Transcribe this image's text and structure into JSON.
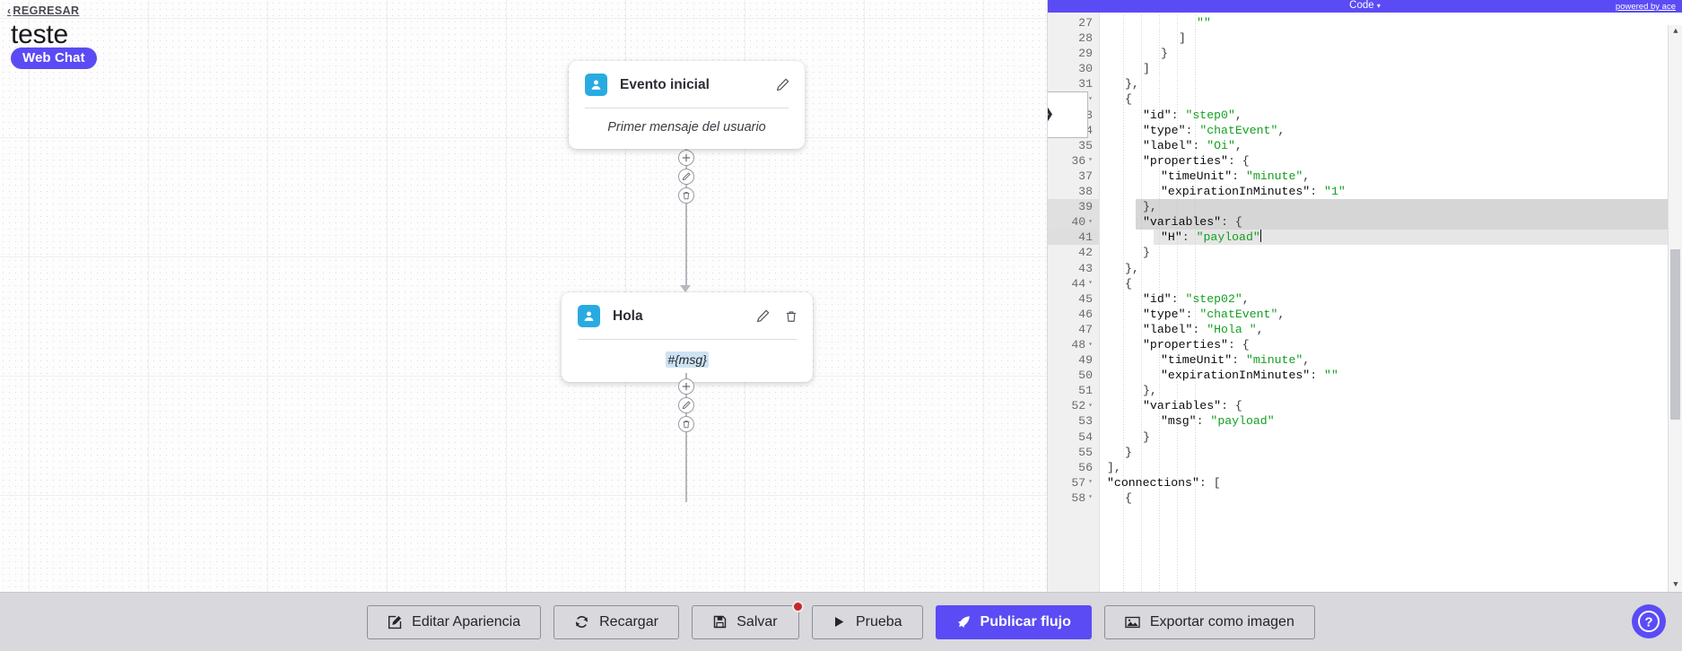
{
  "canvas": {
    "back_link": {
      "label": "REGRESAR",
      "icon": "chevron-left-icon",
      "chevron": "‹"
    },
    "title": "teste",
    "channel_badge": "Web Chat",
    "nodes": [
      {
        "id": "node-1",
        "title": "Evento inicial",
        "avatar_icon": "user-avatar-icon",
        "body_text": "Primer mensaje del usuario",
        "body_style": "placeholder",
        "actions": [
          "edit-icon"
        ]
      },
      {
        "id": "node-2",
        "title": "Hola",
        "avatar_icon": "user-avatar-icon",
        "body_text": "#{msg}",
        "body_style": "variable-chip",
        "actions": [
          "edit-icon",
          "trash-icon"
        ]
      }
    ],
    "connector_buttons": [
      "plus-icon",
      "pencil-icon",
      "trash-icon"
    ]
  },
  "code_pane": {
    "header_title": "Code",
    "header_caret": "▾",
    "powered_by": "powered by ace",
    "first_line_number": 27,
    "selected_lines": [
      39,
      40
    ],
    "cursor_line": 41,
    "scrollbar": {
      "up_arrow": "▲",
      "down_arrow": "▼"
    },
    "lines": [
      {
        "n": 27,
        "indent": 5,
        "text": "\"\""
      },
      {
        "n": 28,
        "indent": 4,
        "text": "]"
      },
      {
        "n": 29,
        "indent": 3,
        "text": "}"
      },
      {
        "n": 30,
        "indent": 2,
        "text": "]"
      },
      {
        "n": 31,
        "indent": 1,
        "text": "},"
      },
      {
        "n": 32,
        "indent": 1,
        "text": "{",
        "fold": true
      },
      {
        "n": 33,
        "indent": 2,
        "key": "\"id\"",
        "val": "\"step0\"",
        "tail": ","
      },
      {
        "n": 34,
        "indent": 2,
        "key": "\"type\"",
        "val": "\"chatEvent\"",
        "tail": ","
      },
      {
        "n": 35,
        "indent": 2,
        "key": "\"label\"",
        "val": "\"Oi\"",
        "tail": ","
      },
      {
        "n": 36,
        "indent": 2,
        "key": "\"properties\"",
        "tail": ": {",
        "fold": true
      },
      {
        "n": 37,
        "indent": 3,
        "key": "\"timeUnit\"",
        "val": "\"minute\"",
        "tail": ","
      },
      {
        "n": 38,
        "indent": 3,
        "key": "\"expirationInMinutes\"",
        "val": "\"1\""
      },
      {
        "n": 39,
        "indent": 2,
        "text": "},"
      },
      {
        "n": 40,
        "indent": 2,
        "key": "\"variables\"",
        "tail": ": {",
        "fold": true
      },
      {
        "n": 41,
        "indent": 3,
        "key": "\"H\"",
        "val": "\"payload\"",
        "cursor": true
      },
      {
        "n": 42,
        "indent": 2,
        "text": "}"
      },
      {
        "n": 43,
        "indent": 1,
        "text": "},"
      },
      {
        "n": 44,
        "indent": 1,
        "text": "{",
        "fold": true
      },
      {
        "n": 45,
        "indent": 2,
        "key": "\"id\"",
        "val": "\"step02\"",
        "tail": ","
      },
      {
        "n": 46,
        "indent": 2,
        "key": "\"type\"",
        "val": "\"chatEvent\"",
        "tail": ","
      },
      {
        "n": 47,
        "indent": 2,
        "key": "\"label\"",
        "val": "\"Hola \"",
        "tail": ","
      },
      {
        "n": 48,
        "indent": 2,
        "key": "\"properties\"",
        "tail": ": {",
        "fold": true
      },
      {
        "n": 49,
        "indent": 3,
        "key": "\"timeUnit\"",
        "val": "\"minute\"",
        "tail": ","
      },
      {
        "n": 50,
        "indent": 3,
        "key": "\"expirationInMinutes\"",
        "val": "\"\""
      },
      {
        "n": 51,
        "indent": 2,
        "text": "},"
      },
      {
        "n": 52,
        "indent": 2,
        "key": "\"variables\"",
        "tail": ": {",
        "fold": true
      },
      {
        "n": 53,
        "indent": 3,
        "key": "\"msg\"",
        "val": "\"payload\""
      },
      {
        "n": 54,
        "indent": 2,
        "text": "}"
      },
      {
        "n": 55,
        "indent": 1,
        "text": "}"
      },
      {
        "n": 56,
        "indent": 0,
        "text": "],"
      },
      {
        "n": 57,
        "indent": 0,
        "key": "\"connections\"",
        "tail": ": [",
        "fold": true
      },
      {
        "n": 58,
        "indent": 1,
        "text": "{",
        "fold": true
      }
    ]
  },
  "toolbar": {
    "buttons": [
      {
        "label": "Editar Apariencia",
        "icon": "edit-square-icon",
        "primary": false,
        "badge": false
      },
      {
        "label": "Recargar",
        "icon": "refresh-icon",
        "primary": false,
        "badge": false
      },
      {
        "label": "Salvar",
        "icon": "save-disk-icon",
        "primary": false,
        "badge": true
      },
      {
        "label": "Prueba",
        "icon": "play-icon",
        "primary": false,
        "badge": false
      },
      {
        "label": "Publicar flujo",
        "icon": "rocket-icon",
        "primary": true,
        "badge": false
      },
      {
        "label": "Exportar como imagen",
        "icon": "image-icon",
        "primary": false,
        "badge": false
      }
    ],
    "help_button": {
      "icon": "help-circle-icon",
      "glyph": "?"
    }
  },
  "colors": {
    "accent_purple": "#5b4bf5",
    "avatar_blue": "#29abe2",
    "badge_red": "#c62828",
    "bottom_bar": "#d8d8dd",
    "code_string_green": "#12a020"
  }
}
